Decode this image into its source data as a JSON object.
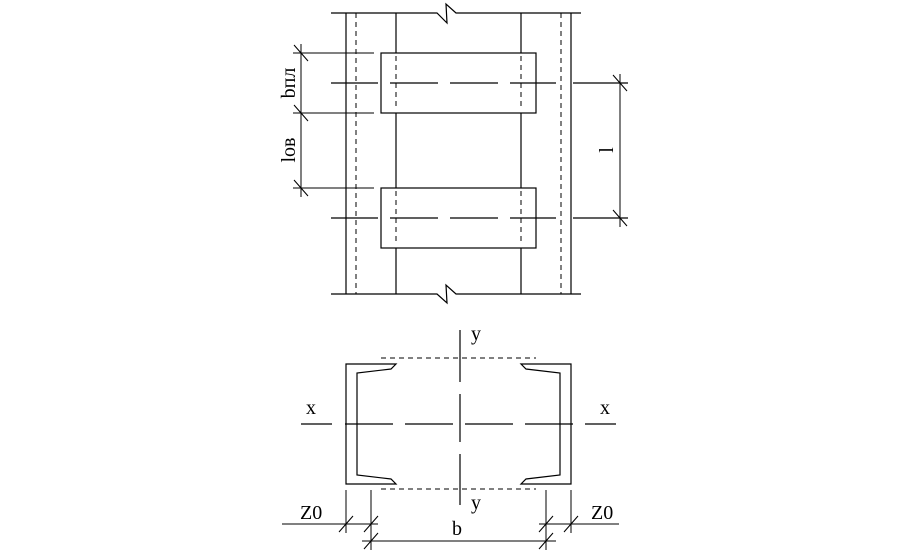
{
  "plan_view": {
    "label_b_pl": "bпл",
    "label_l_ov": "lов",
    "label_l": "l"
  },
  "section_view": {
    "axis_y_top": "y",
    "axis_y_bottom": "y",
    "axis_x_left": "x",
    "axis_x_right": "x",
    "label_z0_left": "Z0",
    "label_z0_right": "Z0",
    "label_b": "b"
  },
  "colors": {
    "line": "#000000",
    "background": "#ffffff"
  }
}
